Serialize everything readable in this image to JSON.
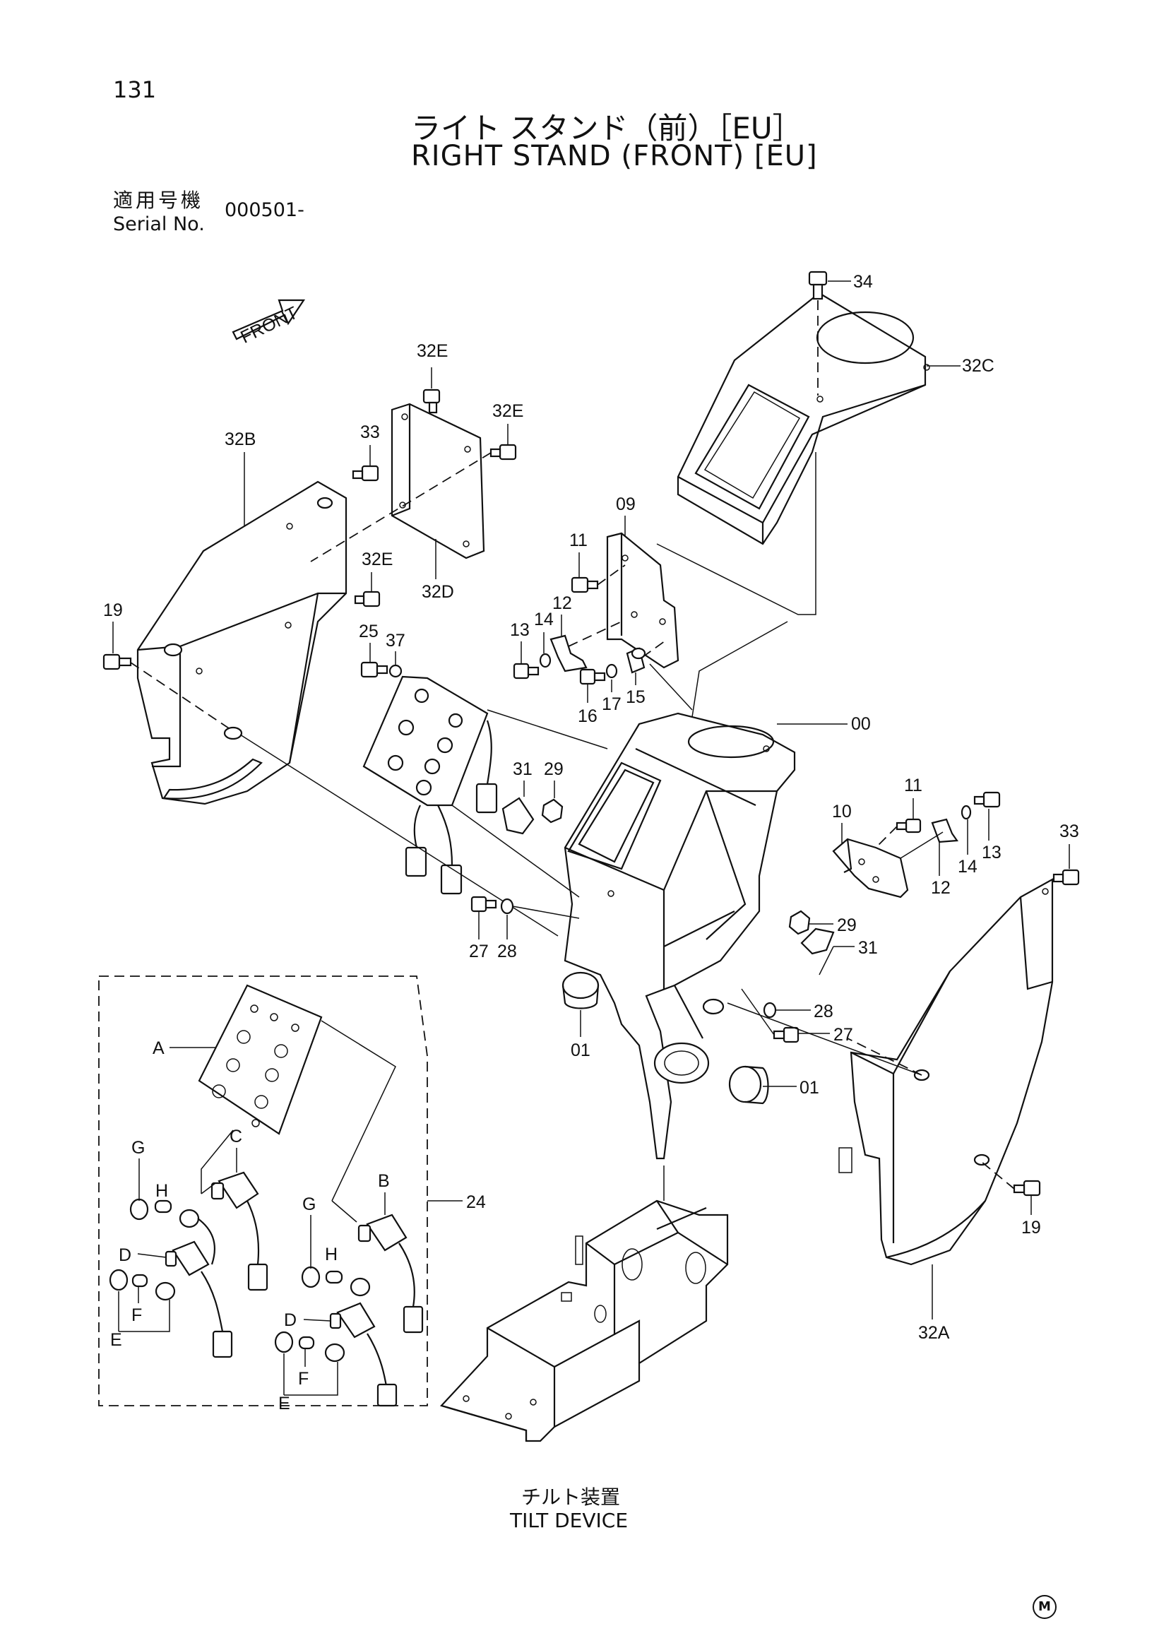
{
  "header": {
    "page_number": "131",
    "title_jp": "ライト スタンド（前）［EU］",
    "title_en": "RIGHT STAND (FRONT) [EU]",
    "serial_label_jp": "適用号機",
    "serial_label_en": "Serial No.",
    "serial_value": "000501-"
  },
  "arrow": {
    "label": "FRONT"
  },
  "callouts": {
    "c34": "34",
    "c32C": "32C",
    "c32E_a": "32E",
    "c32E_b": "32E",
    "c32E_c": "32E",
    "c33_a": "33",
    "c32B": "32B",
    "c32D": "32D",
    "c09": "09",
    "c11_a": "11",
    "c12_a": "12",
    "c14_a": "14",
    "c13_a": "13",
    "c16": "16",
    "c17": "17",
    "c15": "15",
    "c19_a": "19",
    "c25": "25",
    "c37": "37",
    "c00": "00",
    "c31_a": "31",
    "c29_a": "29",
    "c10": "10",
    "c11_b": "11",
    "c13_b": "13",
    "c14_b": "14",
    "c12_b": "12",
    "c33_b": "33",
    "c29_b": "29",
    "c31_b": "31",
    "c27_a": "27",
    "c28_a": "28",
    "c28_b": "28",
    "c27_b": "27",
    "c01_a": "01",
    "c01_b": "01",
    "c24": "24",
    "c19_b": "19",
    "c32A": "32A",
    "A": "A",
    "G1": "G",
    "H1": "H",
    "C": "C",
    "D1": "D",
    "F1": "F",
    "E1": "E",
    "B": "B",
    "G2": "G",
    "H2": "H",
    "D2": "D",
    "F2": "F",
    "E2": "E"
  },
  "footer": {
    "tilt_jp": "チルト装置",
    "tilt_en": "TILT DEVICE",
    "mark": "M"
  }
}
